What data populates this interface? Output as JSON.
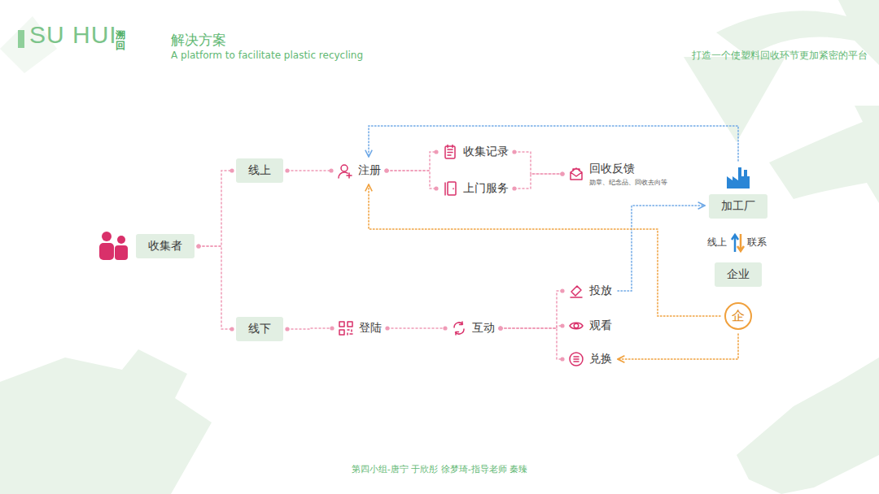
{
  "diagram": {
    "title": "解决方案",
    "caption": "第四小组-唐宁 于欣彤 徐梦琦-指导老师 秦臻",
    "nodes": [
      {
        "text": [
          "收集者"
        ]
      },
      {
        "text": [
          "线上"
        ]
      },
      {
        "text": [
          "线下"
        ]
      },
      {
        "text": [
          "注册"
        ]
      },
      {
        "text": [
          "收集记录"
        ]
      },
      {
        "text": [
          "上门服务"
        ]
      },
      {
        "text": [
          "回收反馈",
          "勋章、纪念品、回收去向等"
        ]
      },
      {
        "text": [
          "登陆"
        ]
      },
      {
        "text": [
          "互动"
        ]
      },
      {
        "text": [
          "投放"
        ]
      },
      {
        "text": [
          "观看"
        ]
      },
      {
        "text": [
          "兑换"
        ]
      },
      {
        "text": [
          "加工厂"
        ]
      },
      {
        "text": [
          "企业"
        ]
      },
      {
        "text": [
          "企"
        ]
      }
    ],
    "edges": [
      {
        "from": 0,
        "to": 1,
        "arrow": "none"
      },
      {
        "from": 0,
        "to": 2,
        "arrow": "none"
      },
      {
        "from": 1,
        "to": 3,
        "arrow": "none"
      },
      {
        "from": 3,
        "to": 4,
        "arrow": "none"
      },
      {
        "from": 3,
        "to": 5,
        "arrow": "none"
      },
      {
        "from": 4,
        "to": 6,
        "arrow": "none"
      },
      {
        "from": 5,
        "to": 6,
        "arrow": "none"
      },
      {
        "from": 2,
        "to": 7,
        "arrow": "none"
      },
      {
        "from": 7,
        "to": 8,
        "arrow": "none"
      },
      {
        "from": 8,
        "to": 9,
        "arrow": "none"
      },
      {
        "from": 8,
        "to": 10,
        "arrow": "none"
      },
      {
        "from": 8,
        "to": 11,
        "arrow": "none"
      },
      {
        "from": 12,
        "to": 3,
        "arrow": "to"
      },
      {
        "from": 9,
        "to": 12,
        "arrow": "to"
      },
      {
        "from": 14,
        "to": 3,
        "arrow": "to"
      },
      {
        "from": 14,
        "to": 11,
        "arrow": "to"
      }
    ],
    "labels": [
      "SU HUI",
      "溯回",
      "A platform to facilitate plastic recycling",
      "打造一个使塑料回收环节更加紧密的平台",
      "线上",
      "联系"
    ]
  }
}
